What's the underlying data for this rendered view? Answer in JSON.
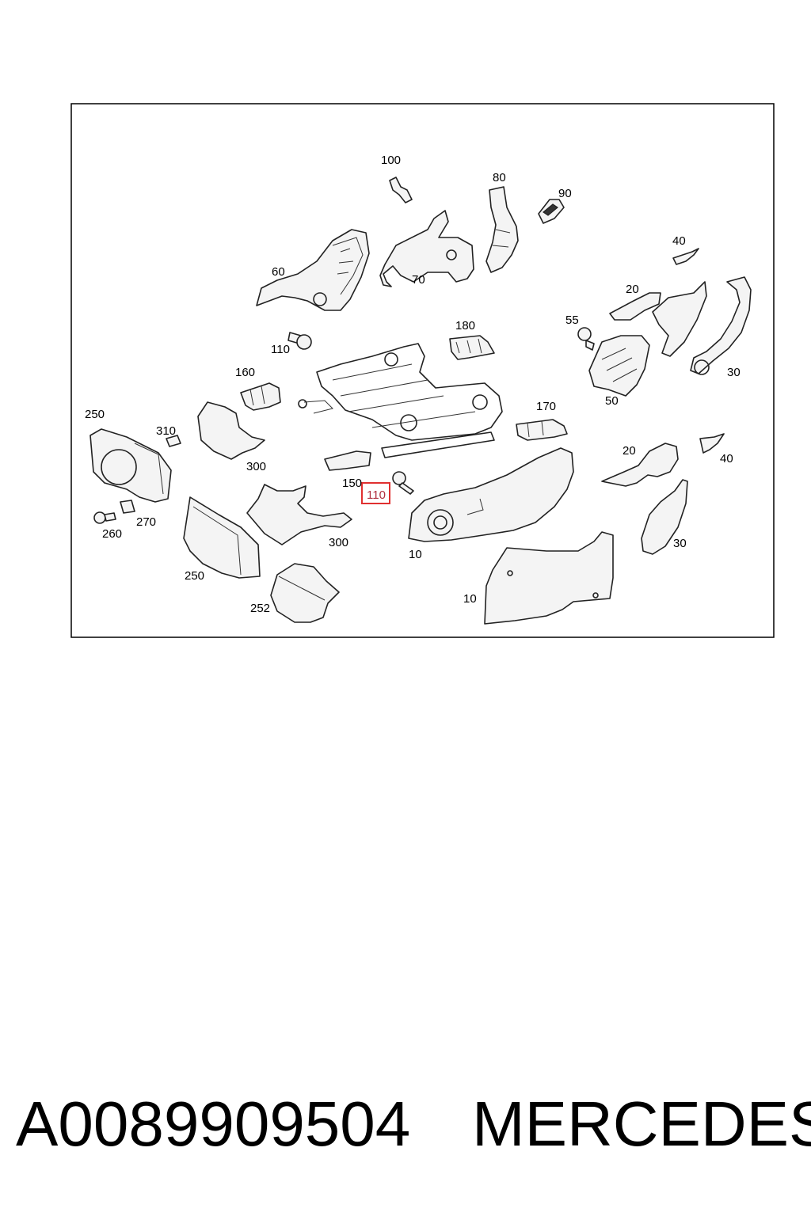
{
  "callouts": {
    "c100": "100",
    "c80": "80",
    "c90": "90",
    "c40a": "40",
    "c60": "60",
    "c70": "70",
    "c20a": "20",
    "c55": "55",
    "c180": "180",
    "c110a": "110",
    "c160": "160",
    "c50": "50",
    "c30a": "30",
    "c250a": "250",
    "c310": "310",
    "c170": "170",
    "c300a": "300",
    "c20b": "20",
    "c40b": "40",
    "c150": "150",
    "c110b": "110",
    "c260": "260",
    "c270": "270",
    "c300b": "300",
    "c10a": "10",
    "c30b": "30",
    "c250b": "250",
    "c10b": "10",
    "c252": "252"
  },
  "highlight_color": "#e03030",
  "footer": {
    "part_number": "A0089909504",
    "brand": "MERCEDES"
  }
}
